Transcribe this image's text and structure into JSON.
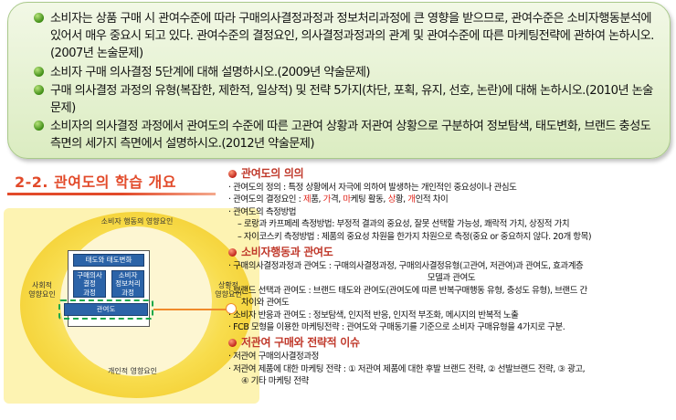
{
  "top_box": {
    "items": [
      "소비자는 상품 구매 시 관여수준에 따라 구매의사결정과정과 정보처리과정에 큰 영향을 받으므로, 관여수준은 소비자행동분석에 있어서 매우 중요시 되고 있다. 관여수준의 결정요인, 의사결정과정과의 관계 및 관여수준에 따른 마케팅전략에 관하여 논하시오. (2007년 논술문제)",
      "소비자 구매 의사결정 5단계에 대해 설명하시오.(2009년 약술문제)",
      "구매 의사결정 과정의 유형(복잡한, 제한적, 일상적) 및 전략 5가지(차단, 포획, 유지, 선호, 논란)에 대해 논하시오.(2010년 논술문제)",
      "소비자의 의사결정 과정에서 관여도의 수준에 따른 고관여 상황과 저관여 상황으로 구분하여 정보탐색, 태도변화, 브랜드 충성도 측면의 세가지 측면에서 설명하시오.(2012년 약술문제)"
    ]
  },
  "section_title": "2-2. 관여도의 학습 개요",
  "diagram": {
    "outer_label": "소비자 행동의 영향요인",
    "left_label": "사회적\n영향요인",
    "right_label": "상황적\n영향요인",
    "bottom_label": "개인적 영향요인",
    "attitude_box": "태도와 태도변화",
    "decision_box": "구매의사\n결정\n과정",
    "info_box": "소비자\n정보처리\n과정",
    "involvement_box": "관여도"
  },
  "right": {
    "s1": {
      "heading": "관여도의 의의",
      "definition": "· 관여도의 정의 : 특정 상황에서 자극에 의하여 발생하는 개인적인 중요성이나 관심도",
      "determinants_prefix": "· 관여도의 결정요인 : ",
      "determinants": [
        {
          "hl": "제",
          "rest": "품, "
        },
        {
          "hl": "가",
          "rest": "격, "
        },
        {
          "hl": "마",
          "rest": "케팅 활동, "
        },
        {
          "hl": "상",
          "rest": "황, "
        },
        {
          "hl": "개",
          "rest": "인적 차이"
        }
      ],
      "measurement": "· 관여도의 측정방법",
      "sub1": "– 로랑과 카프페레 측정방법: 부정적 결과의 중요성, 잘못 선택할 가능성, 쾌락적 가치, 상징적 가치",
      "sub2": "– 자이코스키 측정방법 : 제품의 중요성 차원을 한가지 차원으로 측정(중요 or 중요하지 않다. 20개 항목)"
    },
    "s2": {
      "heading": "소비자행동과 관여도",
      "i1a": "· 구매의사결정과정과 관여도 : 구매의사결정과정, 구매의사결정유형(고관여, 저관여)과 관여도, 효과계층",
      "i1b": "모델과 관여도",
      "i2a": "· 브랜드 선택과 관여도 : 브랜드 태도와 관여도(관여도에 따른 반복구매행동 유형, 충성도 유형), 브랜드 간",
      "i2b": "차이와 관여도",
      "i3": "· 소비자 반응과 관여도 : 정보탐색, 인지적 반응, 인지적 부조화, 메시지의 반복적 노출",
      "i4": "· FCB 모형을 이용한 마케팅전략 : 관여도와 구매동기를 기준으로 소비자 구매유형을 4가지로 구분."
    },
    "s3": {
      "heading": "저관여 구매와 전략적 이슈",
      "i1": "· 저관여 구매의사결정과정",
      "i2a": "· 저관여 제품에 대한 마케팅 전략 : ① 저관여 제품에 대한 후발 브랜드 전략, ② 선발브랜드 전략, ③ 광고,",
      "i2b": "④ 기타 마케팅 전략"
    }
  },
  "colors": {
    "accent_red": "#e24a2a",
    "bullet_green": "#3f8d16",
    "box_blue": "#2b63a8",
    "ring_yellow": "#f0c51e",
    "dashed_green": "#1aa84a",
    "arrow_orange": "#f08a2a"
  }
}
